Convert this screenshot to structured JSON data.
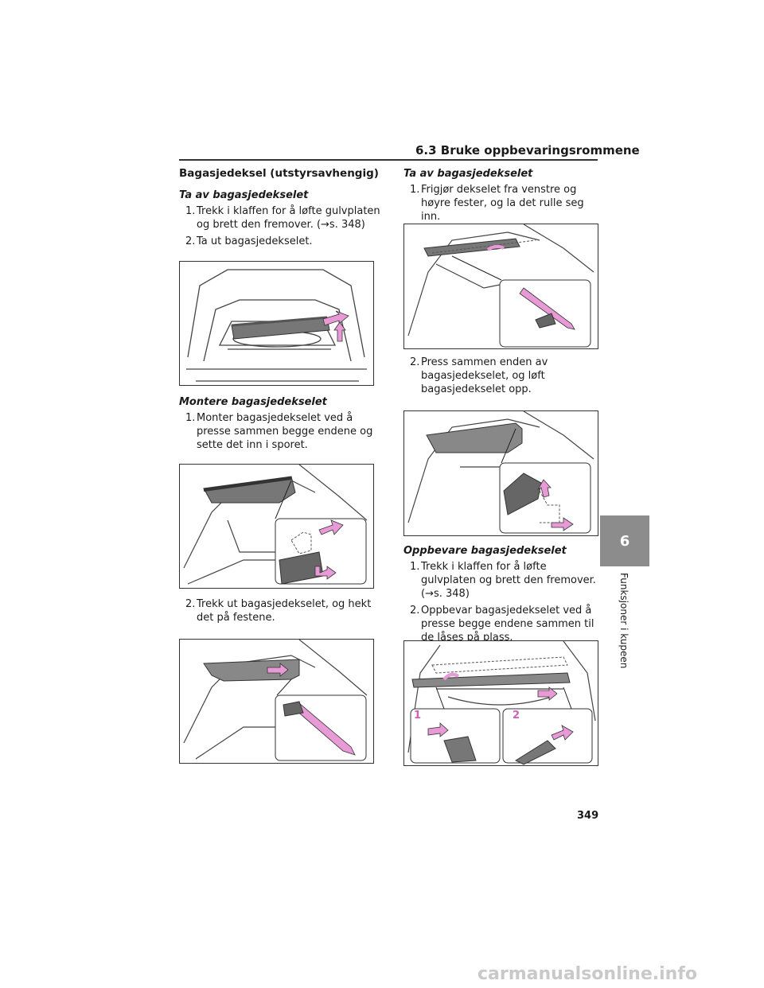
{
  "header": {
    "section_title": "6.3 Bruke oppbevaringsrommene"
  },
  "left": {
    "heading": "Bagasjedeksel (utstyrsavhengig)",
    "remove": {
      "title": "Ta av bagasjedekselet",
      "steps": [
        {
          "num": "1.",
          "text": "Trekk i klaffen for å løfte gulvplaten og brett den fremover. (→s. 348)"
        },
        {
          "num": "2.",
          "text": "Ta ut bagasjedekselet."
        }
      ]
    },
    "install": {
      "title": "Montere bagasjedekselet",
      "steps": [
        {
          "num": "1.",
          "text": "Monter bagasjedekselet ved å presse sammen begge endene og sette det inn i sporet."
        },
        {
          "num": "2.",
          "text": "Trekk ut bagasjedekselet, og hekt det på festene."
        }
      ]
    }
  },
  "right": {
    "remove": {
      "title": "Ta av bagasjedekselet",
      "steps": [
        {
          "num": "1.",
          "text": "Frigjør dekselet fra venstre og høyre fester, og la det rulle seg inn."
        },
        {
          "num": "2.",
          "text": "Press sammen enden av bagasjedekselet, og løft bagasjedekselet opp."
        }
      ]
    },
    "store": {
      "title": "Oppbevare bagasjedekselet",
      "steps": [
        {
          "num": "1.",
          "text": "Trekk i klaffen for å løfte gulvplaten og brett den fremover. (→s. 348)"
        },
        {
          "num": "2.",
          "text": "Oppbevar bagasjedekselet ved å presse begge endene sammen til de låses på plass."
        }
      ],
      "inset_labels": [
        "1",
        "2"
      ]
    }
  },
  "side": {
    "chapter_number": "6",
    "chapter_title": "Funksjoner i kupeen"
  },
  "footer": {
    "page_number": "349",
    "watermark": "carmanualsonline.info"
  },
  "colors": {
    "arrow": "#e79ad6",
    "tab": "#8c8c8c",
    "label": "#d05fb8"
  }
}
